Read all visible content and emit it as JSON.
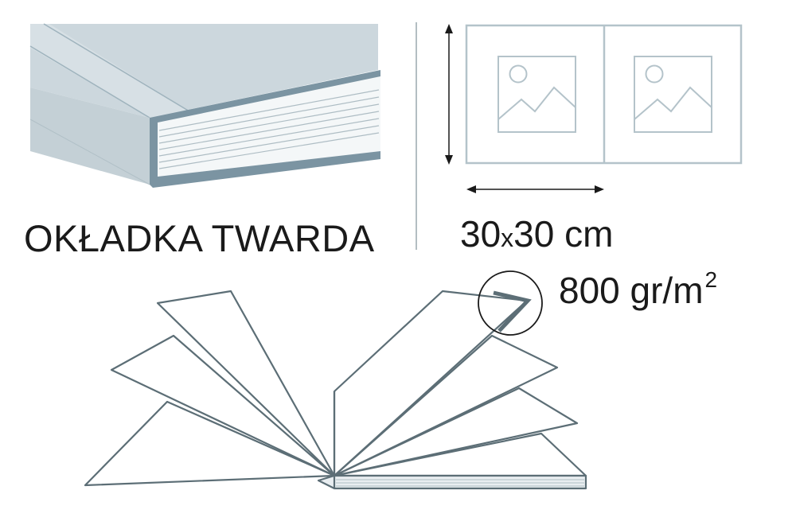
{
  "cover": {
    "label": "OKŁADKA TWARDA"
  },
  "size": {
    "part1": "30",
    "x": "x",
    "part2": "30 cm"
  },
  "paper": {
    "weight": "800 gr/m",
    "exponent": "2"
  },
  "icons": {
    "book": "hardcover-book-icon",
    "spread": "album-spread-icon",
    "photo": "image-placeholder-icon",
    "open_book": "open-book-pages-icon",
    "magnifier": "magnifier-circle-icon"
  },
  "colors": {
    "cover_fill": "#ccd7dd",
    "cover_edge": "#7b94a2",
    "line": "#5c6e76",
    "spread_stroke": "#b4c3ca",
    "text": "#1a1a1a"
  }
}
